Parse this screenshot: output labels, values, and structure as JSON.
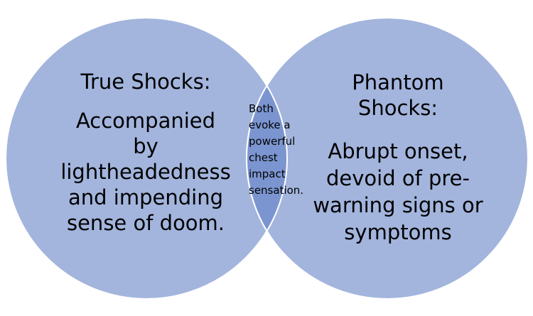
{
  "colors": {
    "circle_fill": "#a3b5dd",
    "overlap_fill": "#7b95d0",
    "circle_stroke": "#ffffff",
    "text": "#000000"
  },
  "left": {
    "title": "True Shocks:",
    "body_lines": [
      "Accompanied",
      "by",
      "lightheadedness",
      "and impending",
      "sense of doom."
    ]
  },
  "right": {
    "title_lines": [
      "Phantom",
      "Shocks:"
    ],
    "body_lines": [
      "Abrupt onset,",
      "devoid of pre-",
      "warning signs or",
      "symptoms"
    ]
  },
  "overlap": {
    "lines": [
      "Both",
      "evoke a",
      "powerful",
      "chest",
      "impact",
      "sensation."
    ]
  }
}
